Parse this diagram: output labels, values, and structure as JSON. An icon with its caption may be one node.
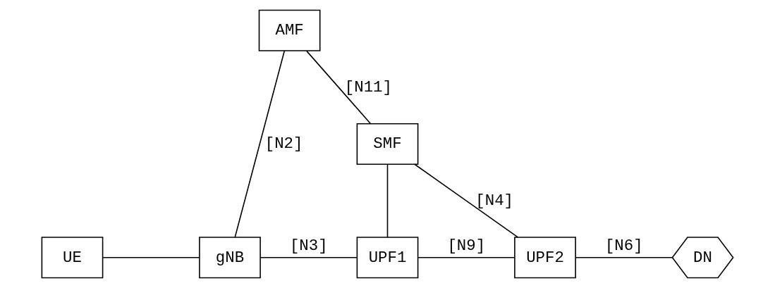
{
  "diagram": {
    "nodes": [
      {
        "text": [
          "AMF"
        ]
      },
      {
        "text": [
          "SMF"
        ]
      },
      {
        "text": [
          "UE"
        ]
      },
      {
        "text": [
          "gNB"
        ]
      },
      {
        "text": [
          "UPF1"
        ]
      },
      {
        "text": [
          "UPF2"
        ]
      },
      {
        "text": [
          "DN"
        ]
      }
    ],
    "edges": [
      {
        "from": 0,
        "to": 3,
        "arrow": "none",
        "label": "[N2]"
      },
      {
        "from": 0,
        "to": 1,
        "arrow": "none",
        "label": "[N11]"
      },
      {
        "from": 1,
        "to": 4,
        "arrow": "none"
      },
      {
        "from": 1,
        "to": 5,
        "arrow": "none",
        "label": "[N4]"
      },
      {
        "from": 2,
        "to": 3,
        "arrow": "none"
      },
      {
        "from": 3,
        "to": 4,
        "arrow": "none",
        "label": "[N3]"
      },
      {
        "from": 4,
        "to": 5,
        "arrow": "none",
        "label": "[N9]"
      },
      {
        "from": 5,
        "to": 6,
        "arrow": "none",
        "label": "[N6]"
      }
    ]
  }
}
